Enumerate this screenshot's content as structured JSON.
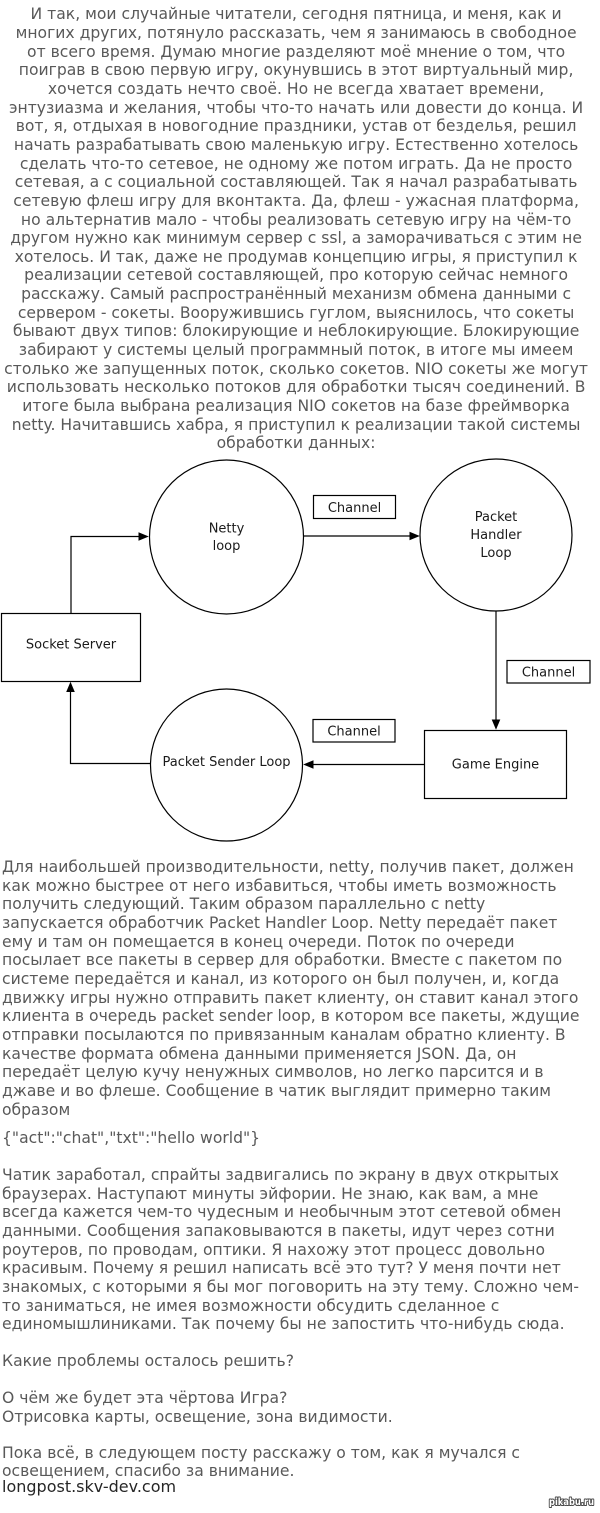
{
  "colors": {
    "page_background": "#ffffff",
    "body_text": "#595959",
    "diagram_stroke": "#000000",
    "diagram_text": "#1a1a1a",
    "source_text": "#262626",
    "watermark_fill": "#ffffff",
    "watermark_outline": "#4a4a4a"
  },
  "article": {
    "intro": "И так, мои случайные читатели, сегодня пятница, и меня, как и многих других, потянуло рассказать, чем я занимаюсь в свободное от всего время. Думаю многие разделяют моё мнение о том, что поиграв в свою первую игру, окунувшись в этот виртуальный мир, хочется создать нечто своё. Но не всегда хватает времени, энтузиазма и желания, чтобы что-то начать или довести до конца. И вот, я, отдыхая в новогодние праздники, устав от безделья, решил начать разрабатывать свою маленькую игру. Естественно хотелось сделать что-то сетевое, не одному же потом играть. Да не просто сетевая, а с социальной составляющей. Так я начал разрабатывать сетевую флеш игру для вконтакта. Да, флеш - ужасная платформа, но альтернатив мало - чтобы реализовать сетевую игру на чём-то другом нужно как минимум сервер с ssl, а заморачиваться с этим не хотелось. И так, даже не продумав концепцию игры, я приступил к реализации сетевой составляющей, про которую сейчас немного расскажу. Самый распространённый механизм обмена данными с сервером - сокеты. Вооружившись гуглом, выяснилось, что сокеты бывают двух типов: блокирующие и неблокирующие. Блокирующие забирают у системы целый программный поток, в итоге мы имеем столько же запущенных поток, сколько сокетов. NIO сокеты же могут использовать несколько потоков для обработки тысяч соединений. В итоге была выбрана реализация NIO сокетов на базе фреймворка netty. Начитавшись хабра, я приступил к реализации такой системы обработки данных:",
    "flow_explanation": "Для наибольшей производительности, netty, получив пакет, должен как можно быстрее от него избавиться, чтобы иметь возможность получить следующий. Таким образом параллельно с netty запускается обработчик Packet Handler Loop. Netty передаёт пакет ему и там он помещается в конец очереди. Поток по очереди посылает все пакеты в сервер для обработки. Вместе с пакетом по системе передаётся и канал, из которого он был получен, и, когда движку игры нужно отправить пакет клиенту, он ставит канал этого клиента в очередь packet sender loop, в котором все пакеты, ждущие отправки посылаются по привязанным каналам обратно клиенту. В качестве формата обмена данными применяется JSON. Да, он передаёт целую кучу ненужных символов, но легко парсится и в джаве и во флеше. Сообщение в чатик выглядит примерно таким образом",
    "json_example": "{\"act\":\"chat\",\"txt\":\"hello world\"}",
    "reflections": "Чатик заработал, спрайты задвигались по экрану в двух открытых браузерах. Наступают минуты эйфории. Не знаю, как вам, а мне всегда кажется чем-то чудесным и необычным этот сетевой обмен данными. Сообщения запаковываются в пакеты, идут через сотни роутеров, по проводам, оптики. Я нахожу этот процесс довольно красивым. Почему я решил написать всё это тут? У меня почти нет знакомых, с которыми я бы мог поговорить на эту тему. Сложно чем-то заниматься, не имея возможности обсудить сделанное с единомышлиниками. Так почему бы не запостить что-нибудь сюда.",
    "problems_question": "Какие проблемы осталось решить?",
    "game_question": "О чём же будет эта чёртова Игра?",
    "game_answer": "Отрисовка карты, освещение, зона видимости.",
    "outro": "Пока всё, в следующем посту расскажу о том, как я мучался с освещением, спасибо за внимание.",
    "source": "longpost.skv-dev.com"
  },
  "diagram": {
    "nodes": {
      "netty_loop": {
        "lines": [
          "Netty",
          "loop"
        ]
      },
      "packet_handler_loop": {
        "lines": [
          "Packet",
          "Handler",
          "Loop"
        ]
      },
      "packet_sender_loop": {
        "label": "Packet Sender Loop"
      },
      "socket_server": {
        "label": "Socket Server"
      },
      "game_engine": {
        "label": "Game Engine"
      }
    },
    "edges": {
      "netty_to_handler": {
        "label": "Channel"
      },
      "handler_to_engine": {
        "label": "Channel"
      },
      "engine_to_sender": {
        "label": "Channel"
      }
    }
  },
  "watermark": {
    "text": "pikabu.ru"
  }
}
